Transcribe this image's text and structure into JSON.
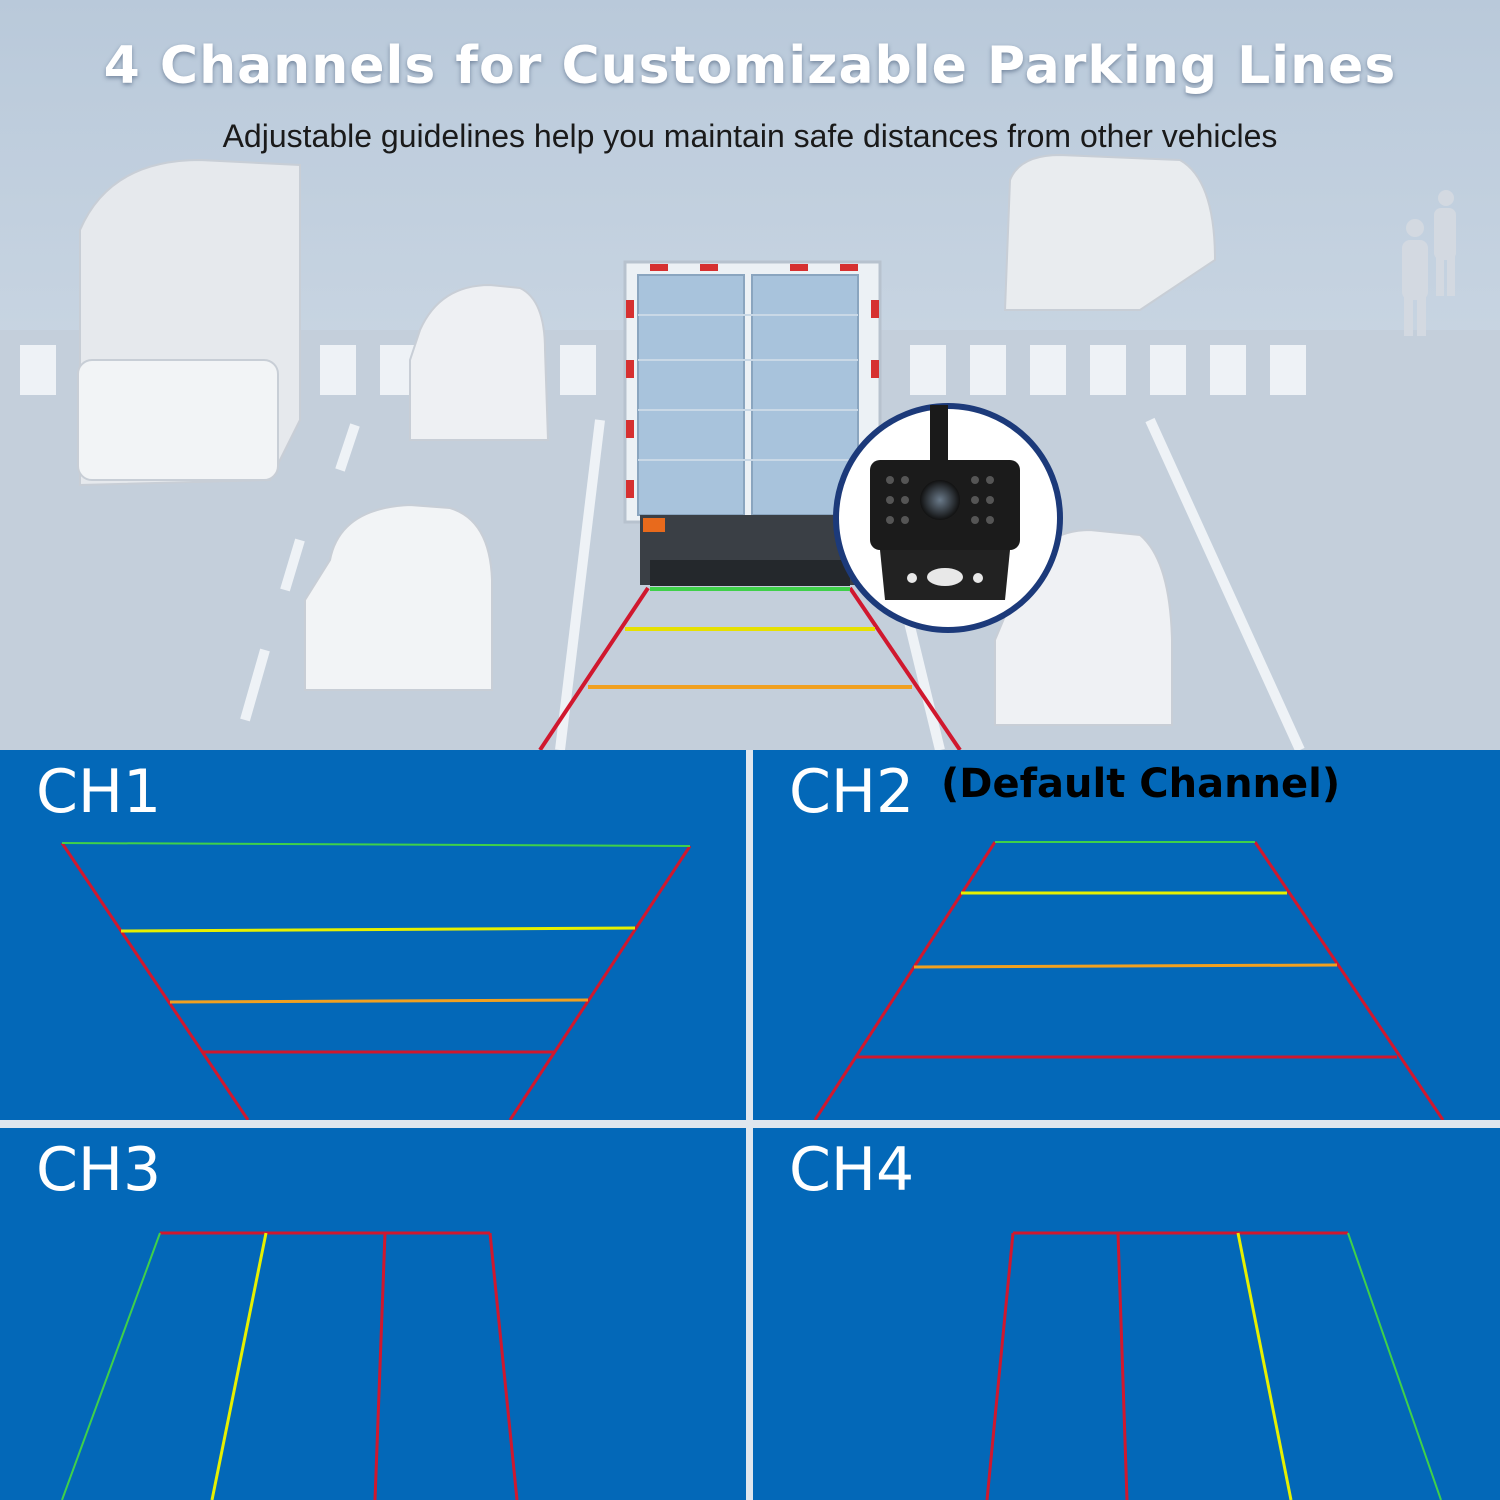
{
  "header": {
    "title": "4 Channels for Customizable Parking Lines",
    "subtitle": "Adjustable guidelines help you maintain safe distances from other vehicles"
  },
  "colors": {
    "panel_blue": "#0368b8",
    "guide_red": "#d0182e",
    "guide_green": "#3fd04a",
    "guide_yellow": "#e6f000",
    "guide_orange": "#f0a020"
  },
  "channels": [
    {
      "id": "ch1",
      "label": "CH1",
      "note": ""
    },
    {
      "id": "ch2",
      "label": "CH2",
      "note": "(Default Channel)"
    },
    {
      "id": "ch3",
      "label": "CH3",
      "note": ""
    },
    {
      "id": "ch4",
      "label": "CH4",
      "note": ""
    }
  ],
  "scene": {
    "camera_icon": "rear-camera-icon"
  }
}
